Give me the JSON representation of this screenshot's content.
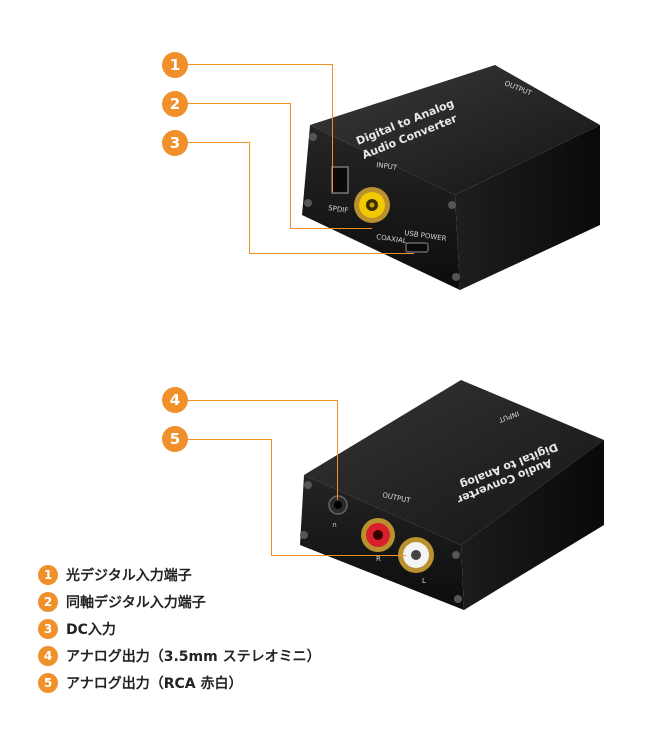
{
  "top_device": {
    "brand_line1": "Digital to Analog",
    "brand_line2": "Audio Converter",
    "label_input": "INPUT",
    "label_spdif": "SPDIF",
    "label_coaxial": "COAXIAL",
    "label_usb": "USB POWER",
    "label_output_back": "OUTPUT"
  },
  "bottom_device": {
    "brand_line1": "Digital to Analog",
    "brand_line2": "Audio Converter",
    "label_output": "OUTPUT",
    "label_r": "R",
    "label_l": "L",
    "label_input_back": "INPUT"
  },
  "callouts": [
    {
      "num": "1"
    },
    {
      "num": "2"
    },
    {
      "num": "3"
    },
    {
      "num": "4"
    },
    {
      "num": "5"
    }
  ],
  "legend": [
    {
      "num": "1",
      "text": "光デジタル入力端子"
    },
    {
      "num": "2",
      "text": "同軸デジタル入力端子"
    },
    {
      "num": "3",
      "text": "DC入力"
    },
    {
      "num": "4",
      "text": "アナログ出力（3.5mm ステレオミニ）"
    },
    {
      "num": "5",
      "text": "アナログ出力（RCA 赤白）"
    }
  ],
  "colors": {
    "accent_orange": "#f0902a",
    "device_body": "#1b1b1b",
    "rca_yellow": "#f2c800",
    "rca_red": "#d8202a",
    "rca_white": "#f4f4f4"
  }
}
